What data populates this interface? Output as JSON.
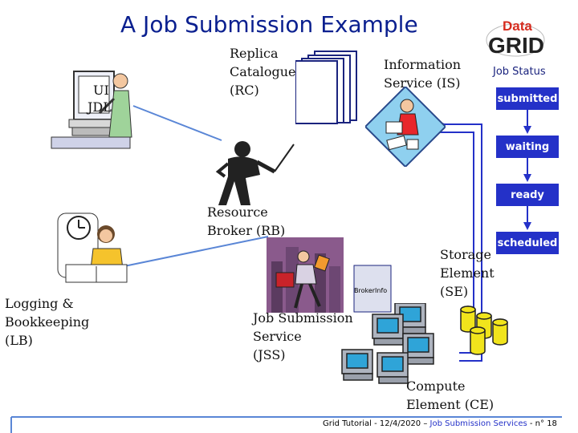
{
  "title": "A Job Submission Example",
  "logo": {
    "top": "Data",
    "bottom": "GRID"
  },
  "nodes": {
    "ui": {
      "line1": "UI",
      "line2": "JDL"
    },
    "rc": {
      "line1": "Replica",
      "line2": "Catalogue",
      "line3": "(RC)"
    },
    "is": {
      "line1": "Information",
      "line2": "Service (IS)"
    },
    "rb": {
      "line1": "Resource",
      "line2": "Broker (RB)"
    },
    "lb": {
      "line1": "Logging &",
      "line2": "Bookkeeping",
      "line3": "(LB)"
    },
    "jss": {
      "line1": "Job Submission",
      "line2": "Service",
      "line3": "(JSS)"
    },
    "se": {
      "line1": "Storage",
      "line2": "Element",
      "line3": "(SE)"
    },
    "ce": {
      "line1": "Compute",
      "line2": "Element (CE)"
    },
    "broker_info": "BrokerInfo"
  },
  "job_status": {
    "title": "Job Status",
    "states": [
      "submitted",
      "waiting",
      "ready",
      "scheduled"
    ]
  },
  "footer": {
    "prefix": "Grid Tutorial - 12/4/2020 –",
    "section": "Job Submission Services",
    "suffix": "- n° 18"
  },
  "colors": {
    "title": "#0a1f8f",
    "status_box": "#2431c8",
    "arrow": "#2431c8",
    "connector": "#5a86d6",
    "logo_red": "#d62b1e"
  },
  "icons": [
    "person-at-computer-icon",
    "documents-stack-icon",
    "reading-person-icon",
    "conductor-icon",
    "clock-person-icon",
    "running-person-icon",
    "document-icon",
    "database-icon",
    "computer-icon"
  ]
}
